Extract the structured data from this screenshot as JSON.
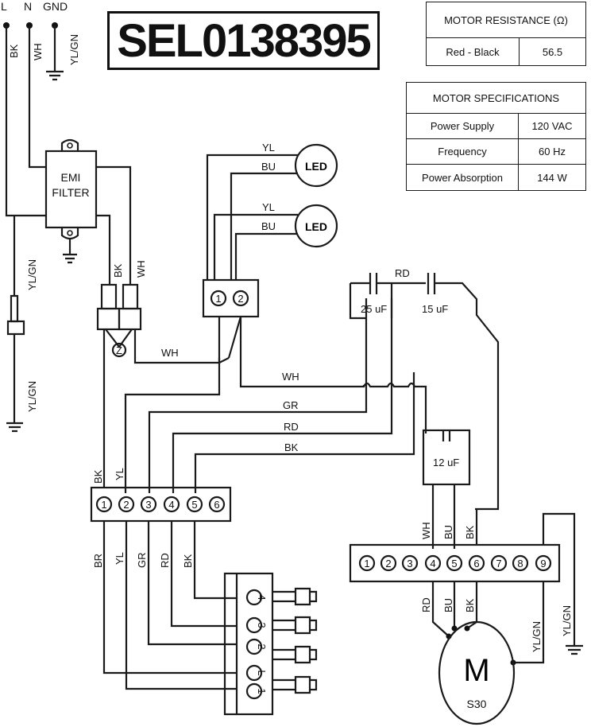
{
  "model_code": "SEL0138395",
  "supply": {
    "L": "L",
    "N": "N",
    "GND": "GND",
    "BK": "BK",
    "WH": "WH",
    "YLGN": "YL/GN"
  },
  "emi_filter": {
    "line1": "EMI",
    "line2": "FILTER"
  },
  "motor_resistance": {
    "title": "MOTOR RESISTANCE (Ω)",
    "rows": [
      {
        "label": "Red - Black",
        "value": "56.5"
      }
    ]
  },
  "motor_specifications": {
    "title": "MOTOR SPECIFICATIONS",
    "rows": [
      {
        "label": "Power Supply",
        "value": "120 VAC"
      },
      {
        "label": "Frequency",
        "value": "60 Hz"
      },
      {
        "label": "Power Absorption",
        "value": "144 W"
      }
    ]
  },
  "leds": {
    "led1": "LED",
    "led2": "LED"
  },
  "wire_labels": {
    "yl": "YL",
    "bu": "BU",
    "wh": "WH",
    "bk": "BK",
    "rd": "RD",
    "gr": "GR",
    "br": "BR",
    "ylgn": "YL/GN",
    "z": "Z"
  },
  "capacitors": {
    "c1": "25 uF",
    "c2": "15 uF",
    "c3": "12 uF"
  },
  "terminal_block_left": [
    "1",
    "2",
    "3",
    "4",
    "5",
    "6"
  ],
  "terminal_block_right": [
    "1",
    "2",
    "3",
    "4",
    "5",
    "6",
    "7",
    "8",
    "9"
  ],
  "led_connector": [
    "1",
    "2"
  ],
  "switch_terminals": [
    "4",
    "3",
    "2",
    "L",
    "1"
  ],
  "motor": {
    "symbol": "M",
    "name": "S30"
  }
}
